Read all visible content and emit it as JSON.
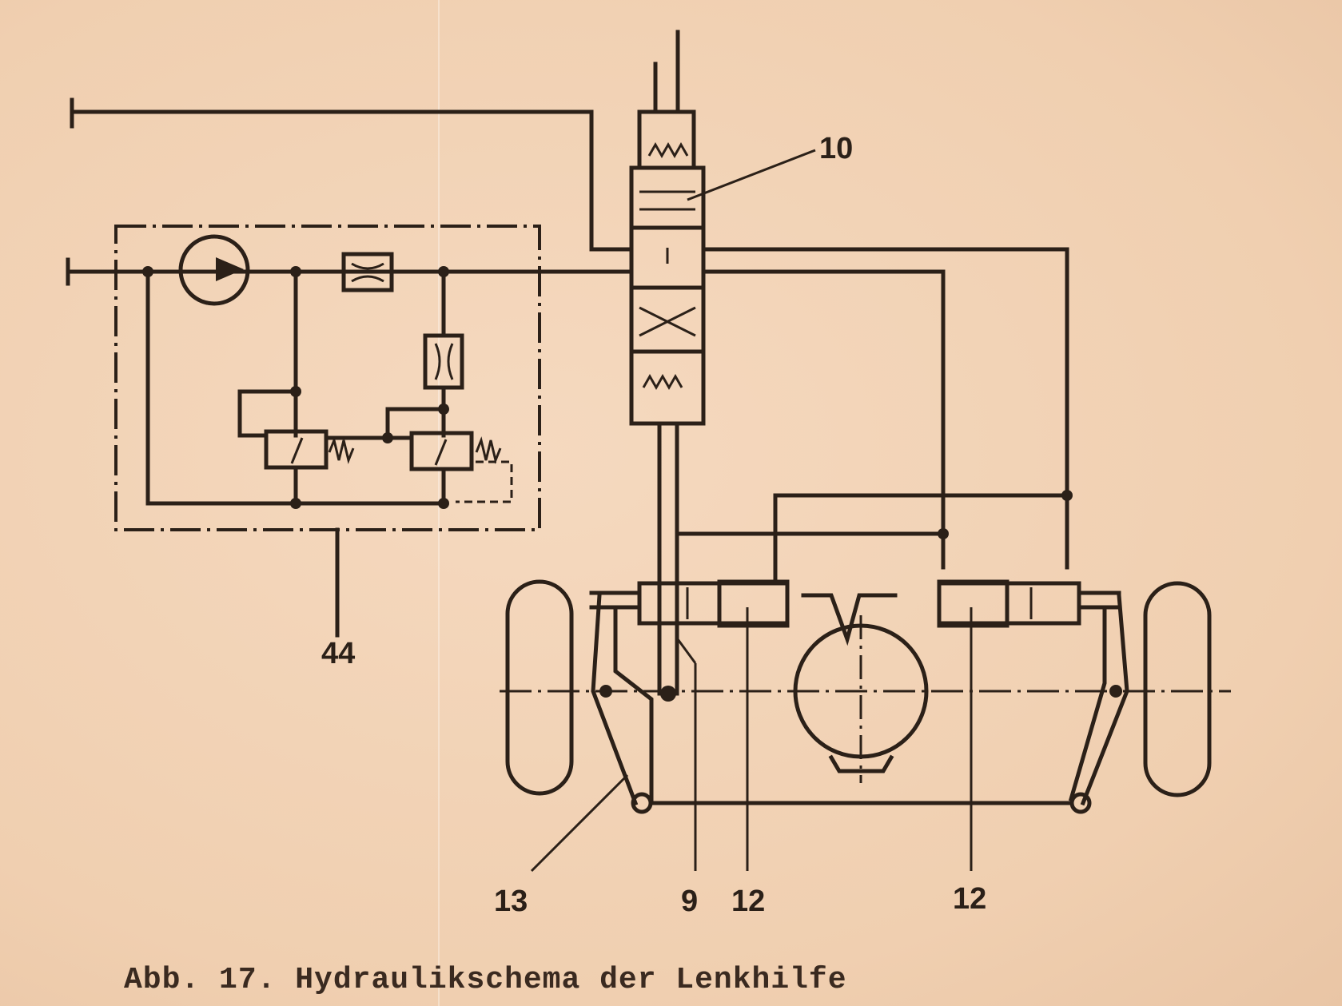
{
  "labels": {
    "valve": "10",
    "pump_unit": "44",
    "steering_arm": "13",
    "rod": "9",
    "cylinder_left": "12",
    "cylinder_right": "12"
  },
  "caption": "Abb. 17. Hydraulikschema der Lenkhilfe",
  "colors": {
    "paper": "#f2d3b6",
    "ink": "#2b2018"
  }
}
